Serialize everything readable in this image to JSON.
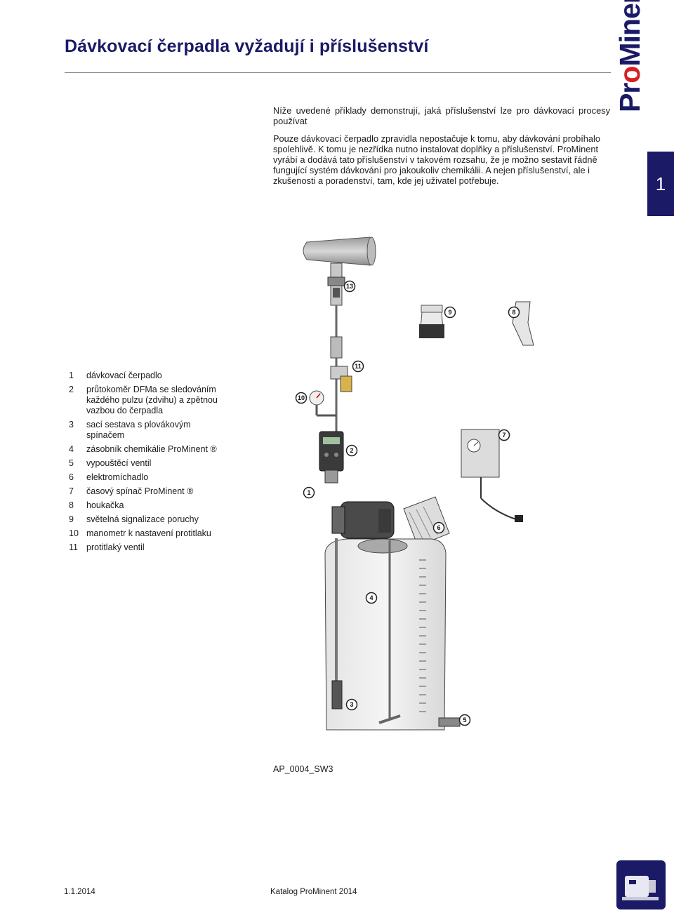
{
  "header": {
    "title": "Dávkovací čerpadla vyžadují i příslušenství",
    "logo_text_pro": "Pr",
    "logo_text_o": "o",
    "logo_text_rest": "Minent",
    "logo_registered": "®"
  },
  "side_tab": {
    "number": "1"
  },
  "intro": {
    "paragraph1": "Níže uvedené příklady demonstrují, jaká příslušenství lze pro dávkovací procesy používat",
    "paragraph2": "Pouze dávkovací čerpadlo zpravidla nepostačuje k tomu, aby dávkování probíhalo spolehlivě. K tomu je nezřídka nutno instalovat doplňky a příslušenství. ProMinent vyrábí a dodává tato příslušenství v takovém rozsahu, že je možno sestavit řádně fungující systém dávkování pro jakoukoliv chemikálii. A nejen příslušenství, ale i zkušenosti a poradenství, tam, kde jej uživatel potřebuje."
  },
  "legend": [
    {
      "num": "1",
      "text": "dávkovací čerpadlo"
    },
    {
      "num": "2",
      "text": "průtokoměr DFMa se sledováním každého pulzu (zdvihu) a zpětnou vazbou do čerpadla"
    },
    {
      "num": "3",
      "text": "sací sestava s plovákovým spínačem"
    },
    {
      "num": "4",
      "text": "zásobník chemikálie ProMinent ®"
    },
    {
      "num": "5",
      "text": "vypouštěcí ventil"
    },
    {
      "num": "6",
      "text": "elektromíchadlo"
    },
    {
      "num": "7",
      "text": "časový spínač ProMinent ®"
    },
    {
      "num": "8",
      "text": "houkačka"
    },
    {
      "num": "9",
      "text": "světelná signalizace poruchy"
    },
    {
      "num": "10",
      "text": "manometr k nastavení protitlaku"
    },
    {
      "num": "11",
      "text": "protitlaký ventil"
    }
  ],
  "diagram": {
    "callouts": [
      "1",
      "2",
      "3",
      "4",
      "5",
      "6",
      "7",
      "8",
      "9",
      "10",
      "11",
      "13"
    ],
    "caption": "AP_0004_SW3"
  },
  "footer": {
    "date": "1.1.2014",
    "catalog": "Katalog ProMinent 2014"
  },
  "colors": {
    "brand_blue": "#1a1a66",
    "brand_red": "#d62027"
  }
}
